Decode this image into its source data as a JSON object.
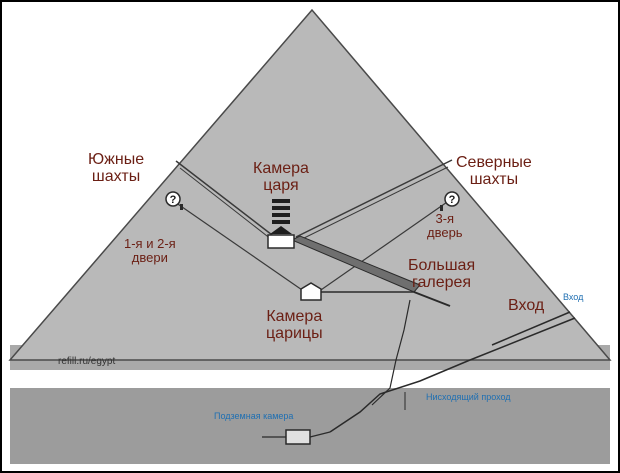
{
  "labels": {
    "south_shafts": [
      "Южные",
      "шахты"
    ],
    "north_shafts": [
      "Северные",
      "шахты"
    ],
    "kings_chamber": [
      "Камера",
      "царя"
    ],
    "queens_chamber": [
      "Камера",
      "царицы"
    ],
    "doors_south": [
      "1-я и 2-я",
      "двери"
    ],
    "door_north": [
      "3-я",
      "дверь"
    ],
    "grand_gallery": [
      "Большая",
      "галерея"
    ],
    "entrance": "Вход",
    "entrance_small": "Вход",
    "descending_passage": "Нисходящий проход",
    "underground_chamber": "Подземная камера",
    "watermark": "refill.ru/egypt",
    "question_mark": "?"
  },
  "colors": {
    "label_dark_red": "#6b1f14",
    "label_blue": "#1f6fb2",
    "pyramid_fill": "#b9b9b9",
    "ground_fill": "#9c9c9c",
    "outline": "#3a3a3a",
    "border": "#000000"
  }
}
